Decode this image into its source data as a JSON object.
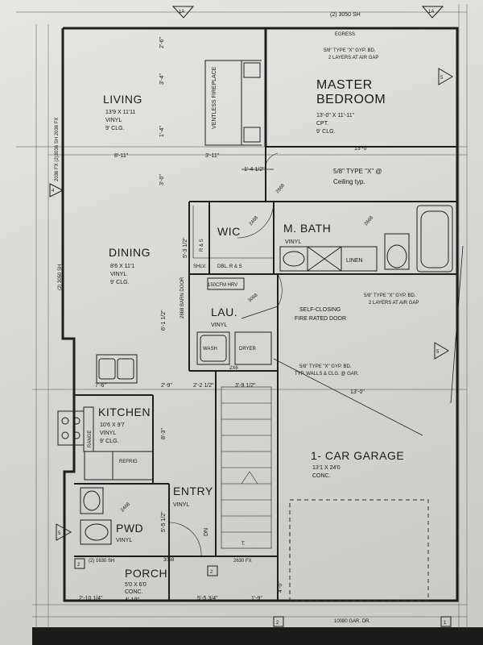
{
  "rooms": {
    "living": {
      "name": "LIVING",
      "size": "13'9 X 11'11",
      "floor": "VINYL",
      "ceiling": "9' CLG."
    },
    "master": {
      "name1": "MASTER",
      "name2": "BEDROOM",
      "size": "13'-0\" X 11'-11\"",
      "floor": "CPT.",
      "ceiling": "9' CLG."
    },
    "dining": {
      "name": "DINING",
      "size": "8'6 X 11'1",
      "floor": "VINYL",
      "ceiling": "9' CLG."
    },
    "kitchen": {
      "name": "KITCHEN",
      "size": "10'6 X 9'7",
      "floor": "VINYL",
      "ceiling": "9' CLG."
    },
    "wic": {
      "name": "WIC"
    },
    "mbath": {
      "name": "M. BATH",
      "floor": "VINYL"
    },
    "laundry": {
      "name": "LAU.",
      "floor": "VINYL"
    },
    "garage": {
      "name": "1- CAR GARAGE",
      "size": "13'1 X 24'0",
      "floor": "CONC."
    },
    "entry": {
      "name": "ENTRY",
      "floor": "VINYL"
    },
    "pwd": {
      "name": "PWD",
      "floor": "VINYL"
    },
    "porch": {
      "name": "PORCH",
      "size": "5'0 X 6'0",
      "floor": "CONC.",
      "dim": "4'-10\""
    }
  },
  "fixtures": {
    "fireplace": "VENTLESS FIREPLACE",
    "linen": "LINEN",
    "washer": "WASH",
    "dryer": "DRYER",
    "refrig": "REFRIG",
    "range": "RANGE",
    "hrv": "150CFM HRV",
    "barn_door": "2868 BARN DOOR",
    "shelf_left": "SHLV.",
    "shelf_right": "DBL. R & S",
    "rod_shelf": "R & S",
    "dn": "DN"
  },
  "notes": {
    "egress": "EGRESS",
    "gyp_top_1": "5/8\" TYPE \"X\" GYP. BD.",
    "gyp_top_2": "2 LAYERS AT AIR GAP",
    "ceiling_typ_1": "5/8\" TYPE \"X\" @",
    "ceiling_typ_2": "Ceiling typ.",
    "gyp_mid_1": "5/8\" TYPE \"X\" GYP. BD.",
    "gyp_mid_2": "2 LAYERS AT AIR GAP",
    "self_closing_1": "SELF-CLOSING",
    "self_closing_2": "FIRE RATED DOOR",
    "gyp_gar_1": "5/8\" TYPE \"X\" GYP. BD.",
    "gyp_gar_2": "TYP. WALLS & CLG. @ GAR."
  },
  "windows": {
    "top_master": "(2) 3050 SH",
    "left_living_1": "2036 FX (2)3036 SH 2036 FX",
    "left_dining": "(2) 3050 SH",
    "pwd_window": "(2) 1630 SH",
    "porch_window": "2630 FX",
    "garage_door": "10080 GAR. DR."
  },
  "doors": {
    "d1": "2668",
    "d2": "2468",
    "d3": "2668",
    "d4": "3068",
    "d5": "2468",
    "d6": "3068",
    "d7": "3068"
  },
  "dimensions": {
    "living_v1": "2'-6\"",
    "living_v2": "3'-4\"",
    "living_v3": "1'-4\"",
    "living_v4": "3'-0\"",
    "living_h1": "8'-11\"",
    "living_h2": "3'-11\"",
    "living_h3": "1'-4 1/2\"",
    "master_h1": "13'-0\"",
    "dining_v1": "5'-3 1/2\"",
    "dining_v2": "6'-1 1/2\"",
    "kitchen_v": "8'-3\"",
    "row_a1": "7'-6\"",
    "row_a2": "2'-9\"",
    "row_a3": "2'-2 1/2\"",
    "row_a4": "3'-9 1/2\"",
    "garage_w": "13'-0\"",
    "entry_v": "5'-5 1/2\"",
    "bottom_1": "2'-10 1/4\"",
    "bottom_2": "5'-5 3/4\"",
    "bottom_3": "1'-9\"",
    "porch_v": "4'-0\"",
    "fp_w": "2X6"
  },
  "markers": {
    "section_a": "1A",
    "tag_5": "5",
    "tag_4": "4",
    "tag_2": "2",
    "tag_1": "1",
    "tag_t": "T."
  }
}
